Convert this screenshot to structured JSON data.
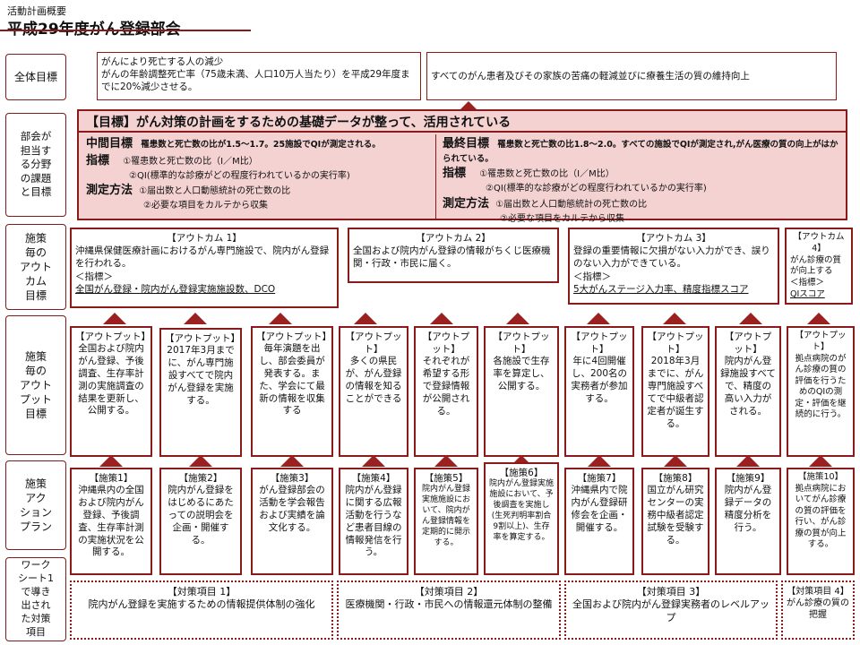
{
  "header": {
    "subtitle": "活動計画概要",
    "title": "平成29年度がん登録部会"
  },
  "row_labels": {
    "overall": "全体目標",
    "division": "部会が\n担当す\nる分野\nの課題\nと目標",
    "outcome": "施策\n毎の\nアウト\nカム\n目標",
    "output": "施策\n毎の\nアウト\nプット\n目標",
    "action": "施策\nアク\nション\nプラン",
    "worksheet": "ワーク\nシート1\nで導き\n出され\nた対策\n項目"
  },
  "overall": {
    "left": "がんにより死亡する人の減少\nがんの年齢調整死亡率（75歳未満、人口10万人当たり）を平成29年度までに20%減少させる。",
    "right": "すべてのがん患者及びその家族の苦痛の軽減並びに療養生活の質の維持向上"
  },
  "division": {
    "heading": "【目標】がん対策の計画をするための基礎データが整って、活用されている",
    "mid": {
      "title": "中間目標",
      "goal": "罹患数と死亡数の比が1.5〜1.7。25施設でQIが測定される。",
      "ind_label": "指標",
      "ind1": "①罹患数と死亡数の比（I／M比）",
      "ind2": "②QI(標準的な診療がどの程度行われているかの実行率)",
      "meth_label": "測定方法",
      "meth1": "①届出数と人口動態統計の死亡数の比",
      "meth2": "②必要な項目をカルテから収集"
    },
    "final": {
      "title": "最終目標",
      "goal": "罹患数と死亡数の比1.8〜2.0。すべての施設でQIが測定され,がん医療の質の向上がはかられている。",
      "ind_label": "指標",
      "ind1": "①罹患数と死亡数の比（I／M比）",
      "ind2": "②QI(標準的な診療がどの程度行われているかの実行率)",
      "meth_label": "測定方法",
      "meth1": "①届出数と人口動態統計の死亡数の比",
      "meth2": "②必要な項目をカルテから収集"
    }
  },
  "outcomes": [
    {
      "title": "【アウトカム 1】",
      "body": "沖縄県保健医療計画におけるがん専門施設で、院内がん登録を行われる。",
      "ind": "＜指標＞",
      "metric": "全国がん登録・院内がん登録実施施設数、DCO"
    },
    {
      "title": "【アウトカム 2】",
      "body": "全国および院内がん登録の情報がちくじ医療機関・行政・市民に届く。",
      "ind": "",
      "metric": ""
    },
    {
      "title": "【アウトカム 3】",
      "body": "登録の重要情報に欠損がない入力ができ、誤りのない入力ができている。",
      "ind": "＜指標＞",
      "metric": "5大がんステージ入力率、精度指標スコア"
    },
    {
      "title": "【アウトカム 4】",
      "body": "がん診療の質が向上する",
      "ind": "＜指標＞",
      "metric": "QIスコア"
    }
  ],
  "outputs": [
    {
      "title": "【アウトプット】",
      "body": "全国および院内がん登録、予後調査、生存率計測の実施調査の結果を更新し、公開する。"
    },
    {
      "title": "【アウトプット】",
      "body": "2017年3月までに、がん専門施設すべてで院内がん登録を実施する。"
    },
    {
      "title": "【アウトプット】",
      "body": "毎年演題を出し、部会委員が発表する。また、学会にて最新の情報を収集する"
    },
    {
      "title": "【アウトプット】",
      "body": "多くの県民が、がん登録の情報を知ることができる"
    },
    {
      "title": "【アウトプット】",
      "body": "それぞれが希望する形で登録情報が公開される。"
    },
    {
      "title": "【アウトプット】",
      "body": "各施設で生存率を算定し、公開する。"
    },
    {
      "title": "【アウトプット】",
      "body": "年に4回開催し、200名の実務者が参加する。"
    },
    {
      "title": "【アウトプット】",
      "body": "2018年3月までに、がん専門施設すべてで中級者認定者が誕生する。"
    },
    {
      "title": "【アウトプット】",
      "body": "院内がん登録施設すべてで、精度の高い入力がされる。"
    },
    {
      "title": "【アウトプット】",
      "body": "拠点病院のがん診療の質の評価を行うためのQIの測定・評価を継続的に行う。"
    }
  ],
  "actions": [
    {
      "title": "【施策1】",
      "body": "沖縄県内の全国および院内がん登録、予後調査、生存率計測の実施状況を公開する。"
    },
    {
      "title": "【施策2】",
      "body": "院内がん登録をはじめるにあたっての説明会を企画・開催する。"
    },
    {
      "title": "【施策3】",
      "body": "がん登録部会の活動を学会報告および実績を論文化する。"
    },
    {
      "title": "【施策4】",
      "body": "院内がん登録に関する広報活動を行うなど患者目線の情報発信を行う。"
    },
    {
      "title": "【施策5】",
      "body": "院内がん登録実施施設において、院内がん登録情報を定期的に開示する。"
    },
    {
      "title": "【施策6】",
      "body": "院内がん登録実施施設において、予後調査を実施し(生死判明率割合9割以上)、生存率を算定する。"
    },
    {
      "title": "【施策7】",
      "body": "沖縄県内で院内がん登録研修会を企画・開催する。"
    },
    {
      "title": "【施策8】",
      "body": "国立がん研究センターの実務中級者認定試験を受験する。"
    },
    {
      "title": "【施策9】",
      "body": "院内がん登録データの精度分析を行う。"
    },
    {
      "title": "【施策10】",
      "body": "拠点病院においてがん診療の質の評価を行い、がん診療の質が向上する。"
    }
  ],
  "measures": [
    {
      "title": "【対策項目 1】",
      "body": "院内がん登録を実施するための情報提供体制の強化"
    },
    {
      "title": "【対策項目 2】",
      "body": "医療機関・行政・市民への情報還元体制の整備"
    },
    {
      "title": "【対策項目 3】",
      "body": "全国および院内がん登録実務者のレベルアップ"
    },
    {
      "title": "【対策項目 4】",
      "body": "がん診療の質の把握"
    }
  ],
  "colors": {
    "accent": "#8b1a1a",
    "pink": "#f4d2d2"
  }
}
